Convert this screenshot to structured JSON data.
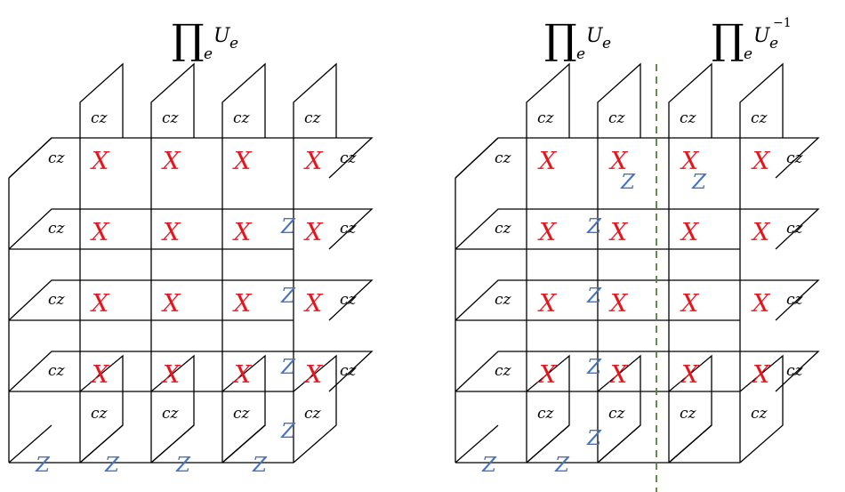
{
  "colors": {
    "x_color": "#e8141c",
    "z_color": "#4472c4",
    "divider_color": "#548235",
    "line_color": "#000000"
  },
  "titles": {
    "left": {
      "product_symbol": "∏",
      "subscript": "e",
      "operator": "U",
      "operator_subscript": "e",
      "superscript": ""
    },
    "right_a": {
      "product_symbol": "∏",
      "subscript": "e",
      "operator": "U",
      "operator_subscript": "e",
      "superscript": ""
    },
    "right_b": {
      "product_symbol": "∏",
      "subscript": "e",
      "operator": "U",
      "operator_subscript": "e",
      "superscript": "−1"
    }
  },
  "labels": {
    "cz": "cz",
    "x": "X",
    "z": "Z"
  }
}
